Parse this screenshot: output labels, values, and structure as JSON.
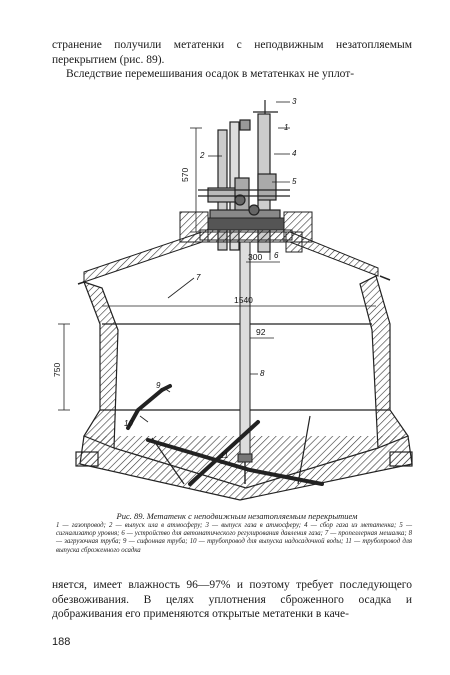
{
  "text_top": {
    "line1": "странение получили метатенки с неподвижным незатопляемым перекрытием (рис. 89).",
    "line2": "Вследствие перемешивания осадок в метатенках не уплот-"
  },
  "figure": {
    "dimensions": {
      "d570": "570",
      "d300": "300",
      "d1540": "1540",
      "d92": "92",
      "d750": "750"
    },
    "labels": {
      "l1": "1",
      "l2": "2",
      "l3": "3",
      "l4": "4",
      "l5": "5",
      "l6": "6",
      "l7": "7",
      "l8": "8",
      "l9": "9",
      "l10": "10",
      "l11": "11"
    }
  },
  "caption": {
    "title": "Рис. 89. Метатенк с неподвижным незатопляемым перекрытием",
    "legend": "1 — газопровод; 2 — выпуск ила в атмосферу; 3 — выпуск газа в атмосферу; 4 — сбор газа из метатенка; 5 — сигнализатор уровня; 6 — устройство для автоматического регулирования давления газа; 7 — пропеллерная мешалка; 8 — загрузочная труба; 9 — сифонная труба; 10 — трубопровод для выпуска надосадочной воды; 11 — трубопровод для выпуска сброженного осадка"
  },
  "text_bottom": {
    "line1": "няется, имеет влажность 96—97% и поэтому требует последующего обезвоживания. В целях уплотнения сброженного осадка и дображивания его применяются открытые метатенки в каче-"
  },
  "page_number": "188"
}
